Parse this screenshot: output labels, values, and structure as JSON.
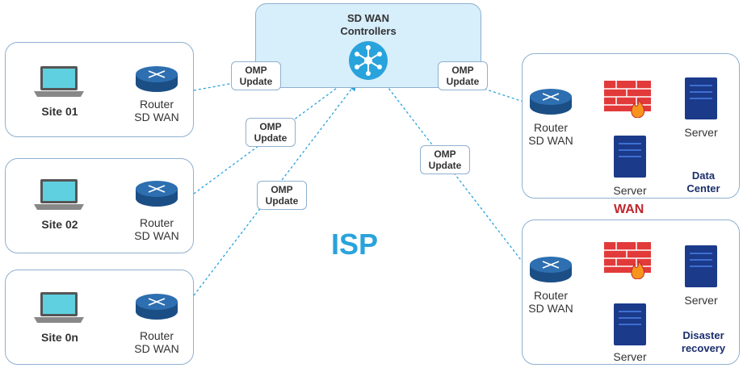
{
  "controllers": {
    "line1": "SD WAN",
    "line2": "Controllers"
  },
  "omp": {
    "line1": "OMP",
    "line2": "Update"
  },
  "sites": [
    {
      "name": "Site 01",
      "router1": "Router",
      "router2": "SD WAN"
    },
    {
      "name": "Site 02",
      "router1": "Router",
      "router2": "SD WAN"
    },
    {
      "name": "Site 0n",
      "router1": "Router",
      "router2": "SD WAN"
    }
  ],
  "isp": "ISP",
  "wan": "WAN",
  "datacenter": {
    "router1": "Router",
    "router2": "SD WAN",
    "server": "Server",
    "title1": "Data",
    "title2": "Center"
  },
  "dr": {
    "router1": "Router",
    "router2": "SD WAN",
    "server": "Server",
    "title1": "Disaster",
    "title2": "recovery"
  },
  "colors": {
    "accent": "#29a3dc",
    "wan": "#c0272d",
    "navy": "#1b2e6b",
    "border": "#8fb0cf"
  }
}
